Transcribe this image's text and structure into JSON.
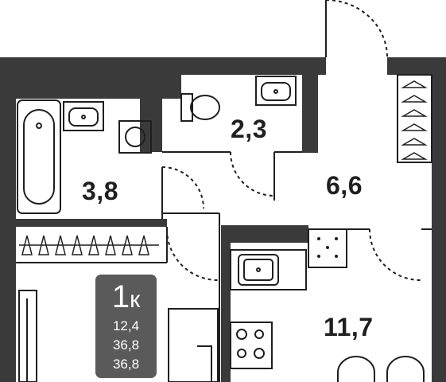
{
  "rooms": {
    "bathroom": {
      "area": "3,8"
    },
    "wc": {
      "area": "2,3"
    },
    "hall": {
      "area": "6,6"
    },
    "kitchen": {
      "area": "11,7"
    }
  },
  "badge": {
    "rooms_count": "1",
    "rooms_suffix": "к",
    "living_area": "12,4",
    "total_area": "36,8",
    "total_area_2": "36,8"
  },
  "colors": {
    "wall": "#3a3a3a",
    "line": "#1f1f1f",
    "badge": "#5a5a5a"
  },
  "icons": {
    "bathtub": "bathtub-icon",
    "sink": "sink-icon",
    "toilet": "toilet-icon",
    "washing_machine": "washing-machine-icon",
    "hangers": "hanger-icon",
    "stove": "stove-icon",
    "kitchen_sink": "kitchen-sink-icon"
  }
}
